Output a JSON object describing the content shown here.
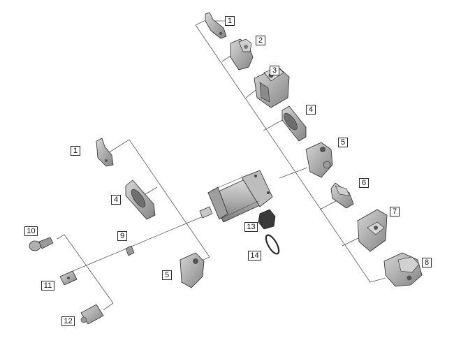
{
  "diagram": {
    "type": "exploded-assembly",
    "subject": "pneumatic cylinder with mounting accessories",
    "colors": {
      "part_fill": "#a9a9a9",
      "part_dark": "#6f6f6f",
      "part_light": "#d4d4d4",
      "outline": "#2a2a2a",
      "leader_line": "#555555"
    }
  },
  "callouts": {
    "r1": "1",
    "r2": "2",
    "r3": "3",
    "r4": "4",
    "r5": "5",
    "r6": "6",
    "r7": "7",
    "r8": "8",
    "l1": "1",
    "l4": "4",
    "l9": "9",
    "l10": "10",
    "l11": "11",
    "l12": "12",
    "l5": "5",
    "c13": "13",
    "c14": "14"
  }
}
